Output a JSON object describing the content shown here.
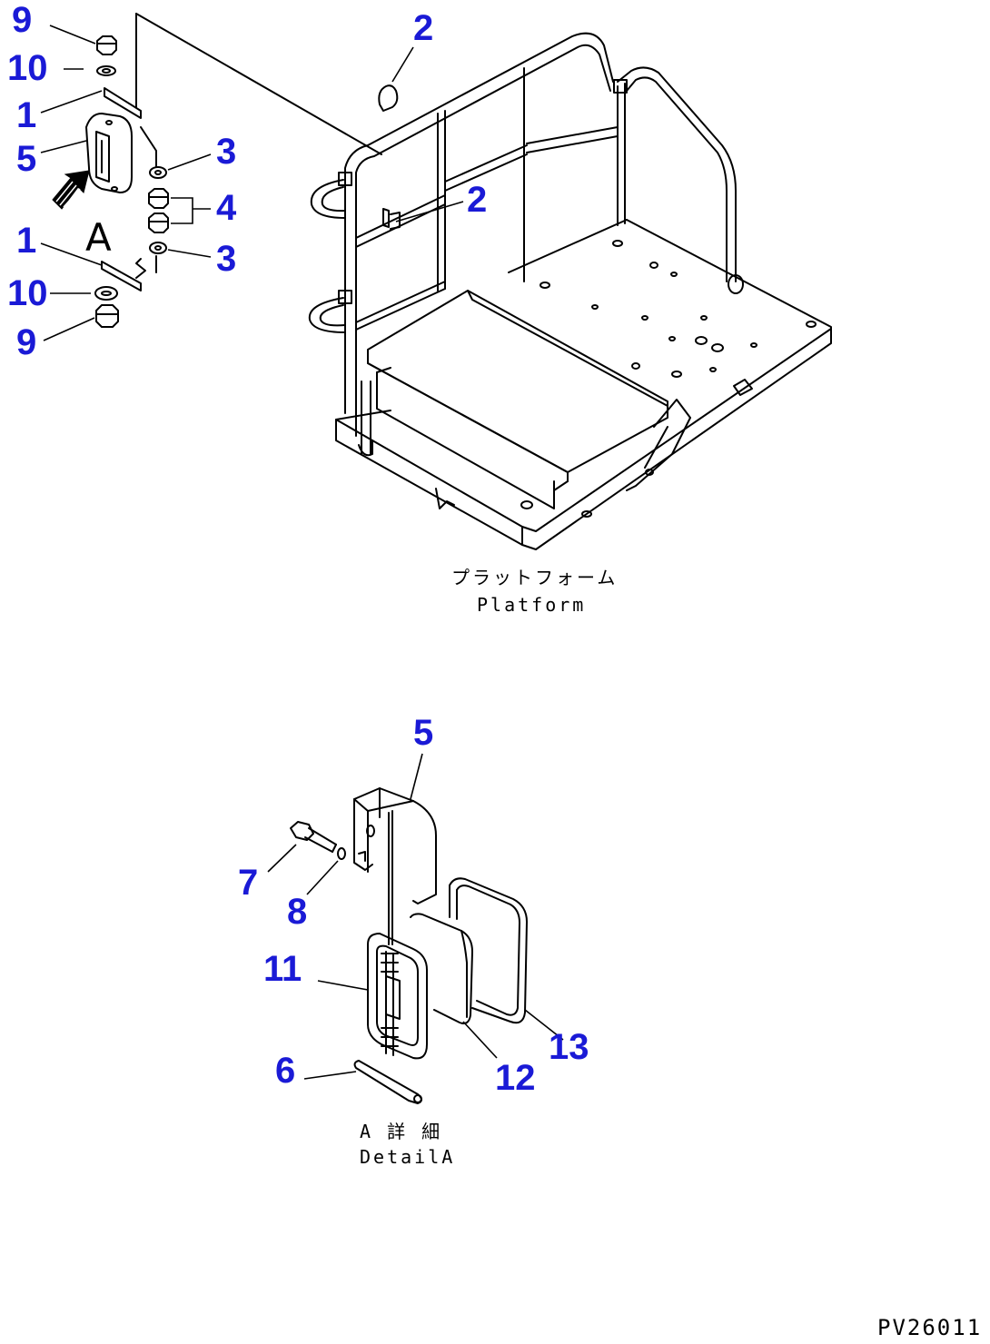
{
  "callouts": [
    {
      "id": "c9a",
      "text": "9"
    },
    {
      "id": "c10a",
      "text": "10"
    },
    {
      "id": "c1a",
      "text": "1"
    },
    {
      "id": "c5a",
      "text": "5"
    },
    {
      "id": "c3a",
      "text": "3"
    },
    {
      "id": "c4",
      "text": "4"
    },
    {
      "id": "c1b",
      "text": "1"
    },
    {
      "id": "c3b",
      "text": "3"
    },
    {
      "id": "c10b",
      "text": "10"
    },
    {
      "id": "c9b",
      "text": "9"
    },
    {
      "id": "c2a",
      "text": "2"
    },
    {
      "id": "c2b",
      "text": "2"
    },
    {
      "id": "c5b",
      "text": "5"
    },
    {
      "id": "c7",
      "text": "7"
    },
    {
      "id": "c8",
      "text": "8"
    },
    {
      "id": "c11",
      "text": "11"
    },
    {
      "id": "c6",
      "text": "6"
    },
    {
      "id": "c12",
      "text": "12"
    },
    {
      "id": "c13",
      "text": "13"
    }
  ],
  "view_letter": "A",
  "platform_caption": {
    "jp": "プラットフォーム",
    "en": "Platform"
  },
  "detail_caption": {
    "jp": "A 詳 細",
    "en": "DetailA"
  },
  "page_id": "PV26011",
  "colors": {
    "callout": "#1a1ad6",
    "line": "#000000",
    "background": "#ffffff"
  }
}
